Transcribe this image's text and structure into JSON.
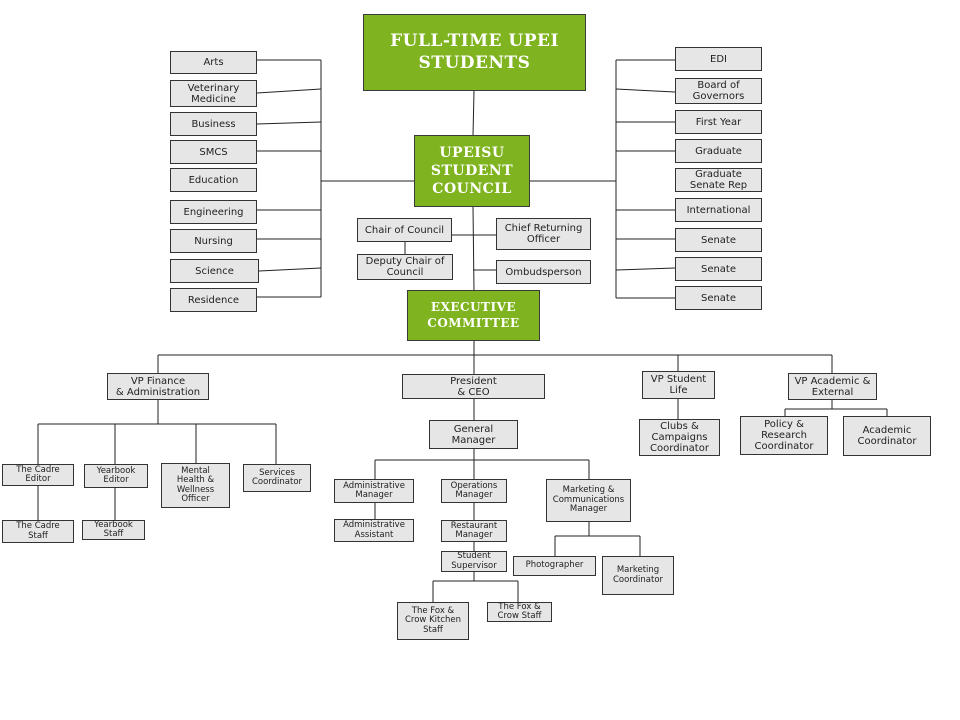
{
  "colors": {
    "green": "#7fb31f",
    "box_fill": "#e6e6e6",
    "line": "#222222"
  },
  "top": {
    "students": "FULL-TIME UPEI\nSTUDENTS",
    "council": "UPEISU\nSTUDENT\nCOUNCIL",
    "executive": "EXECUTIVE\nCOMMITTEE"
  },
  "left_reps": [
    "Arts",
    "Veterinary\nMedicine",
    "Business",
    "SMCS",
    "Education",
    "Engineering",
    "Nursing",
    "Science",
    "Residence"
  ],
  "right_reps": [
    "EDI",
    "Board of\nGovernors",
    "First Year",
    "Graduate",
    "Graduate\nSenate Rep",
    "International",
    "Senate",
    "Senate",
    "Senate"
  ],
  "council_officers": {
    "chair": "Chair of Council",
    "deputy_chair": "Deputy Chair of\nCouncil",
    "chief_returning": "Chief Returning\nOfficer",
    "ombudsperson": "Ombudsperson"
  },
  "executives": {
    "vp_finance": "VP Finance\n& Administration",
    "president": "President\n& CEO",
    "vp_student_life": "VP Student\nLife",
    "vp_academic": "VP Academic &\nExternal"
  },
  "finance_staff": {
    "cadre_editor": "The Cadre\nEditor",
    "cadre_staff": "The Cadre\nStaff",
    "yearbook_editor": "Yearbook\nEditor",
    "yearbook_staff": "Yearbook\nStaff",
    "mental_health": "Mental\nHealth &\nWellness\nOfficer",
    "services": "Services\nCoordinator"
  },
  "president_staff": {
    "general_manager": "General\nManager",
    "admin_manager": "Administrative\nManager",
    "admin_assistant": "Administrative\nAssistant",
    "operations_manager": "Operations\nManager",
    "restaurant_manager": "Restaurant\nManager",
    "student_supervisor": "Student\nSupervisor",
    "kitchen_staff": "The Fox &\nCrow Kitchen\nStaff",
    "crow_staff": "The Fox &\nCrow Staff",
    "marketing_manager": "Marketing &\nCommunications\nManager",
    "photographer": "Photographer",
    "marketing_coordinator": "Marketing\nCoordinator"
  },
  "student_life_staff": {
    "clubs": "Clubs &\nCampaigns\nCoordinator"
  },
  "academic_staff": {
    "policy": "Policy &\nResearch\nCoordinator",
    "academic_coord": "Academic\nCoordinator"
  }
}
